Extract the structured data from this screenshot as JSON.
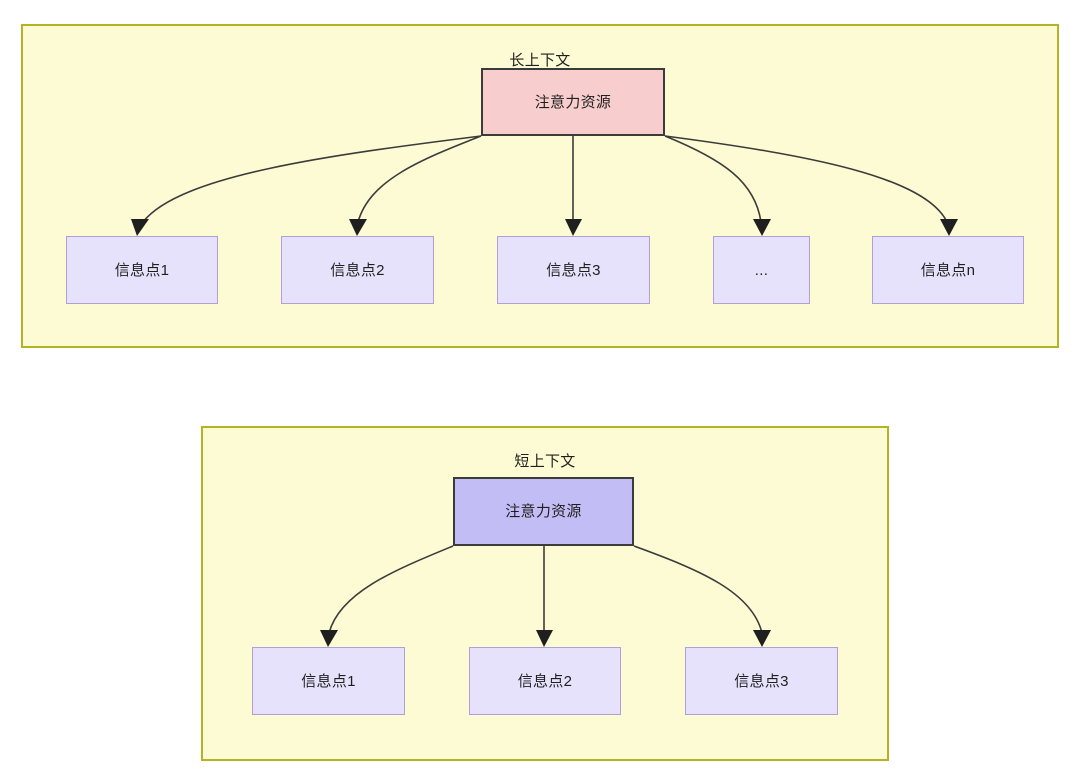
{
  "diagram": {
    "groups": [
      {
        "id": "long-context",
        "title": "长上下文",
        "fill_color": "#fdfbd4",
        "border_color": "#b3b323",
        "root": {
          "label": "注意力资源",
          "fill_color": "#f8cdcd",
          "border_color": "#3b3b3b"
        },
        "children": [
          {
            "label": "信息点1",
            "fill_color": "#e6e2fb",
            "border_color": "#b39ddb"
          },
          {
            "label": "信息点2",
            "fill_color": "#e6e2fb",
            "border_color": "#b39ddb"
          },
          {
            "label": "信息点3",
            "fill_color": "#e6e2fb",
            "border_color": "#b39ddb"
          },
          {
            "label": "...",
            "fill_color": "#e6e2fb",
            "border_color": "#b39ddb"
          },
          {
            "label": "信息点n",
            "fill_color": "#e6e2fb",
            "border_color": "#b39ddb"
          }
        ]
      },
      {
        "id": "short-context",
        "title": "短上下文",
        "fill_color": "#fdfbd4",
        "border_color": "#b3b323",
        "root": {
          "label": "注意力资源",
          "fill_color": "#c3bdf5",
          "border_color": "#3b3b3b"
        },
        "children": [
          {
            "label": "信息点1",
            "fill_color": "#e6e2fb",
            "border_color": "#b39ddb"
          },
          {
            "label": "信息点2",
            "fill_color": "#e6e2fb",
            "border_color": "#b39ddb"
          },
          {
            "label": "信息点3",
            "fill_color": "#e6e2fb",
            "border_color": "#b39ddb"
          }
        ]
      }
    ],
    "edge_color": "#3b3b3b",
    "arrow_head_color": "#1f1f1f",
    "background_color": "#ffffff"
  }
}
